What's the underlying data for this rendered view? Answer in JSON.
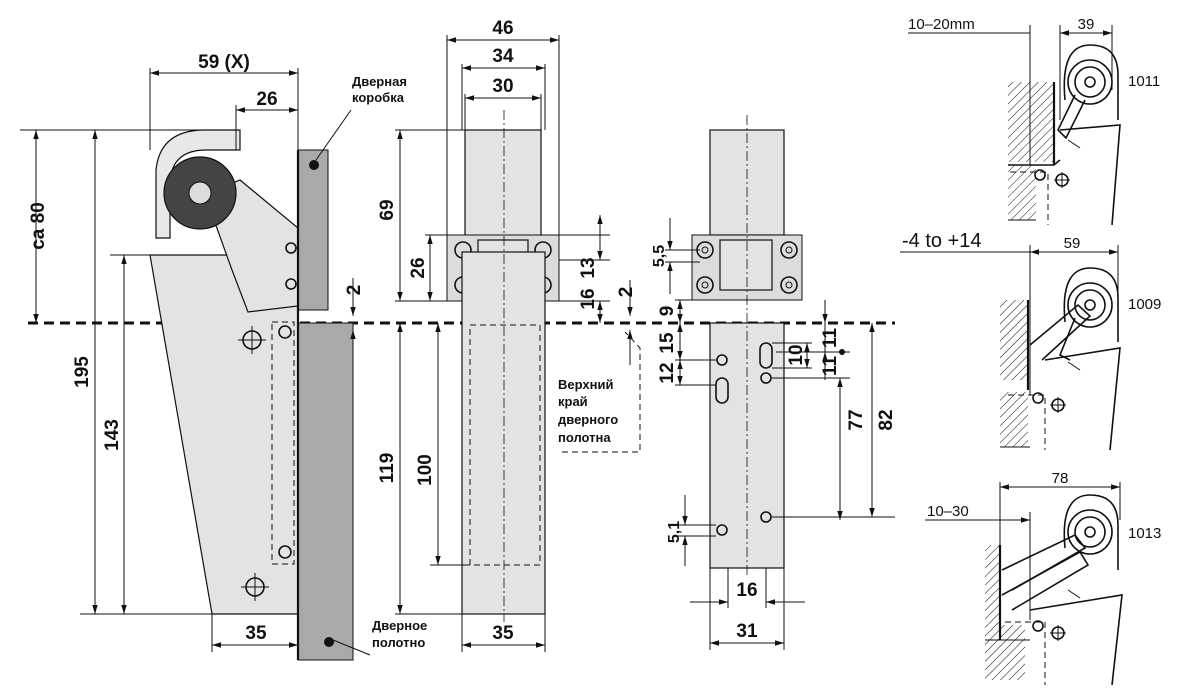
{
  "labels": {
    "frame": [
      "Дверная",
      "коробка"
    ],
    "door_top_edge": [
      "Верхний",
      "край",
      "дверного",
      "полотна"
    ],
    "door_leaf": [
      "Дверное",
      "полотно"
    ]
  },
  "dimensions": {
    "top_width": "59 (X)",
    "arm_offset": "26",
    "ca80": "ca 80",
    "h195": "195",
    "h143": "143",
    "gap2": "2",
    "bottom35_side": "35",
    "w46": "46",
    "w34": "34",
    "w30": "30",
    "h69": "69",
    "h26": "26",
    "h119": "119",
    "h100": "100",
    "bottom35_front": "35",
    "h13": "13",
    "h16": "16",
    "gap2b": "2",
    "h5_5": "5,5",
    "h9": "9",
    "h15": "15",
    "h12": "12",
    "h10": "10",
    "h11a": "11",
    "h11b": "11",
    "h77": "77",
    "h82": "82",
    "h5_1": "5,1",
    "w16": "16",
    "w31": "31"
  },
  "variants": [
    {
      "range": "10–20mm",
      "width": "39",
      "model": "1011"
    },
    {
      "range": "-4 to +14",
      "width": "59",
      "model": "1009"
    },
    {
      "range": "10–30",
      "width": "78",
      "model": "1013"
    }
  ]
}
